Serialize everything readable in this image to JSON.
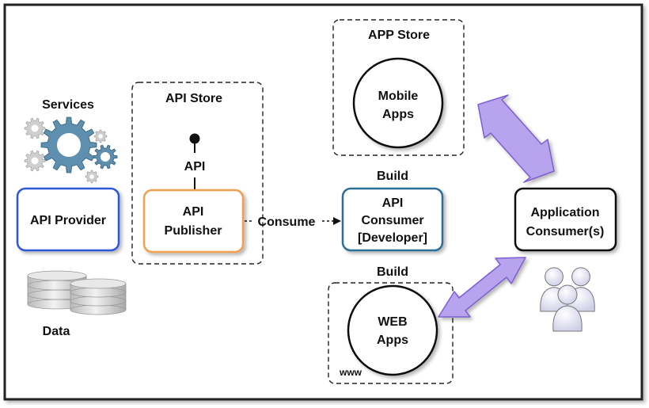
{
  "labels": {
    "services": "Services",
    "data": "Data",
    "api_store": "API Store",
    "app_store": "APP Store",
    "api_pin": "API",
    "consume": "Consume",
    "build_top": "Build",
    "build_bottom": "Build",
    "www": "www"
  },
  "nodes": {
    "api_provider": {
      "label": "API Provider",
      "border_color": "#2f58d8"
    },
    "api_publisher": {
      "line1": "API",
      "line2": "Publisher",
      "border_color": "#f0a050"
    },
    "api_consumer": {
      "line1": "API",
      "line2": "Consumer",
      "line3": "[Developer]",
      "border_color": "#2d6f95"
    },
    "application_consumer": {
      "line1": "Application",
      "line2": "Consumer(s)",
      "border_color": "#111111"
    },
    "mobile_apps": {
      "line1": "Mobile",
      "line2": "Apps"
    },
    "web_apps": {
      "line1": "WEB",
      "line2": "Apps"
    }
  },
  "icons": [
    "gears-icon",
    "database-icon",
    "users-icon"
  ],
  "colors": {
    "arrow_fill": "#b8a4ee",
    "arrow_stroke": "#7e5fd0",
    "frame": "#222222",
    "gear_blue": "#5f8fae",
    "gear_grey": "#cfcfcf"
  }
}
